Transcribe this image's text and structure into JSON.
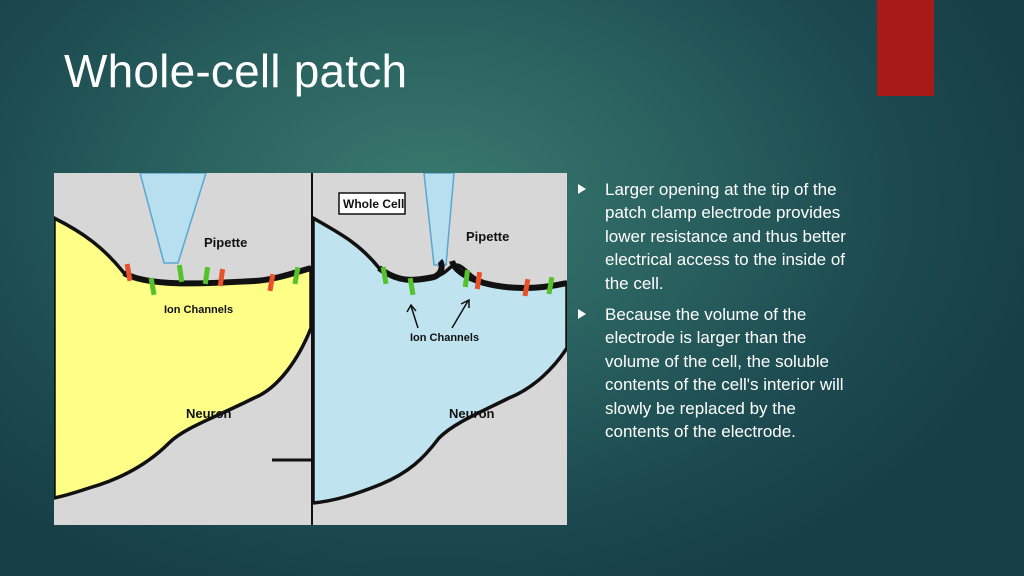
{
  "slide": {
    "title": "Whole-cell patch"
  },
  "figure": {
    "left_panel": {
      "pipette_label": "Pipette",
      "ion_channels_label": "Ion Channels",
      "neuron_label": "Neuron"
    },
    "right_panel": {
      "badge_label": "Whole Cell",
      "pipette_label": "Pipette",
      "ion_channels_label": "Ion Channels",
      "neuron_label": "Neuron"
    },
    "colors": {
      "left_cell": "#ffff88",
      "right_cell": "#bfe3ef",
      "pipette": "#b8dff0",
      "channel_green": "#55c22c",
      "channel_orange": "#e8512a"
    }
  },
  "bullets": [
    {
      "text": "Larger opening at the tip of the patch clamp electrode provides lower resistance and thus better electrical access to the inside of the cell."
    },
    {
      "text": "Because the volume of the electrode is larger than the volume of the cell, the soluble contents of the cell's interior will slowly be replaced by the contents of the electrode."
    }
  ],
  "theme": {
    "accent": "#a8191a",
    "text": "#ffffff"
  }
}
